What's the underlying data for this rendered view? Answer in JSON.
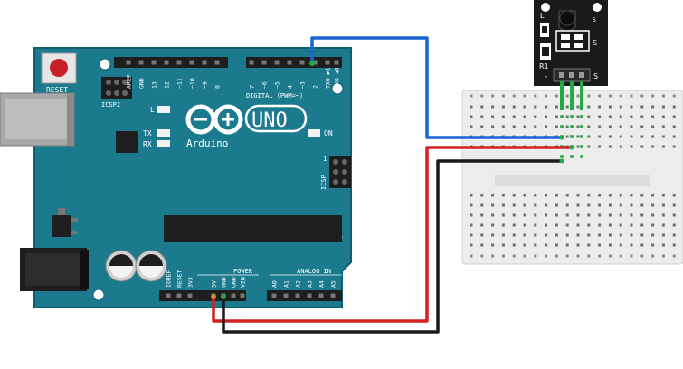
{
  "board": {
    "reset_label": "RESET",
    "icsp2_label": "ICSP2",
    "icsp_label": "ICSP",
    "l_label": "L",
    "tx_label": "TX",
    "rx_label": "RX",
    "on_label": "ON",
    "brand_label": "Arduino",
    "model_label": "UNO",
    "digital_label": "DIGITAL (PWM=~)",
    "power_label": "POWER",
    "analog_label": "ANALOG IN",
    "icsp_pin_label": "1",
    "top_header_labels": [
      "AREF",
      "GND",
      "13",
      "12",
      "~11",
      "~10",
      "~9",
      "8",
      "7",
      "~6",
      "~5",
      "4",
      "~3",
      "2",
      "TX0 ▶1",
      "RX0 ◀0"
    ],
    "power_pin_labels": [
      "IOREF",
      "RESET",
      "3V3",
      "5V",
      "GND",
      "GND",
      "VIN"
    ],
    "analog_pin_labels": [
      "A0",
      "A1",
      "A2",
      "A3",
      "A4",
      "A5"
    ]
  },
  "sensor": {
    "left_labels": [
      "L",
      "R1"
    ],
    "right_labels": [
      "S",
      "S"
    ],
    "pin_labels": [
      "-",
      "S"
    ]
  },
  "colors": {
    "board": "#1b7a8e",
    "board_edge": "#0f5f70",
    "wire_signal": "#1a66d4",
    "wire_power": "#d42020",
    "wire_ground": "#1a1a1a",
    "breadboard": "#eeeeee",
    "module": "#1a1a1a",
    "pin_green": "#22aa44"
  }
}
